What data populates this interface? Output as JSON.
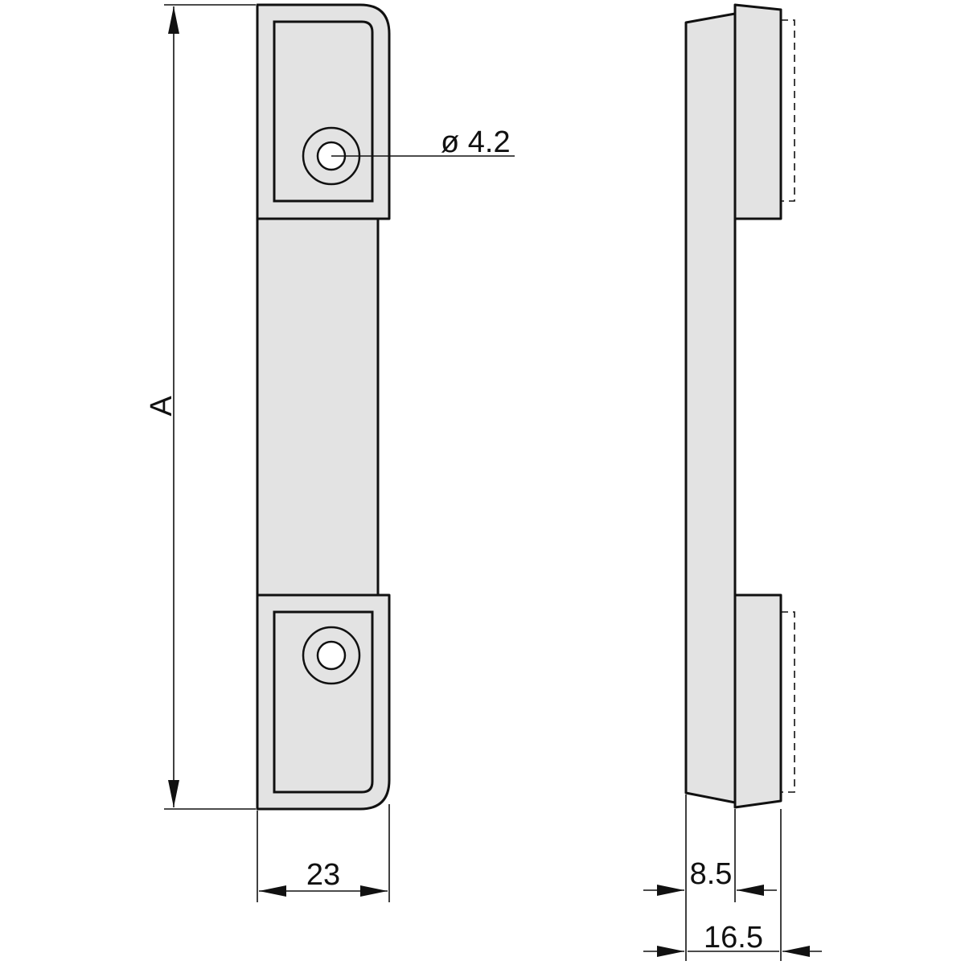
{
  "labels": {
    "dimension_a": "A",
    "hole_diameter": "ø 4.2",
    "width_front": "23",
    "depth_base": "8.5",
    "depth_total": "16.5"
  }
}
